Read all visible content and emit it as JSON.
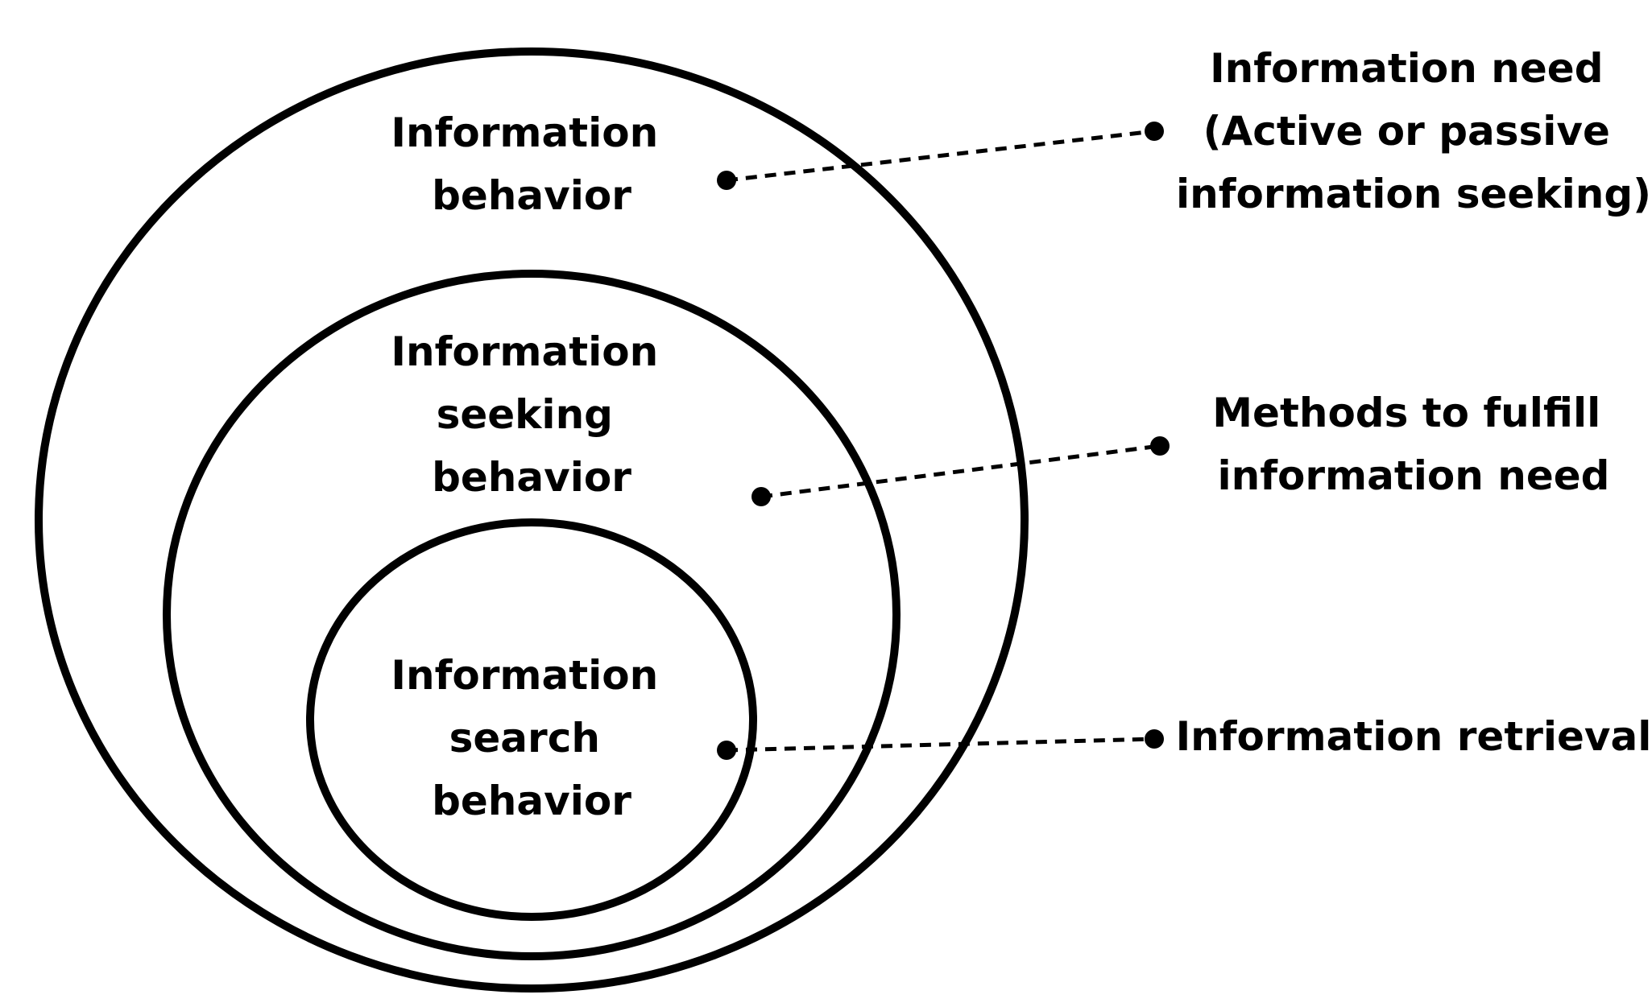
{
  "colors": {
    "ink": "#000000",
    "background": "#ffffff"
  },
  "layers": [
    {
      "id": "outer",
      "label_lines": [
        "Information",
        "behavior"
      ],
      "annotation_lines": [
        "Information need",
        "(Active or passive",
        "information seeking)"
      ]
    },
    {
      "id": "middle",
      "label_lines": [
        "Information",
        "seeking",
        "behavior"
      ],
      "annotation_lines": [
        "Methods to fulfill",
        "information need"
      ]
    },
    {
      "id": "inner",
      "label_lines": [
        "Information",
        "search",
        "behavior"
      ],
      "annotation_lines": [
        "Information retrieval"
      ]
    }
  ]
}
